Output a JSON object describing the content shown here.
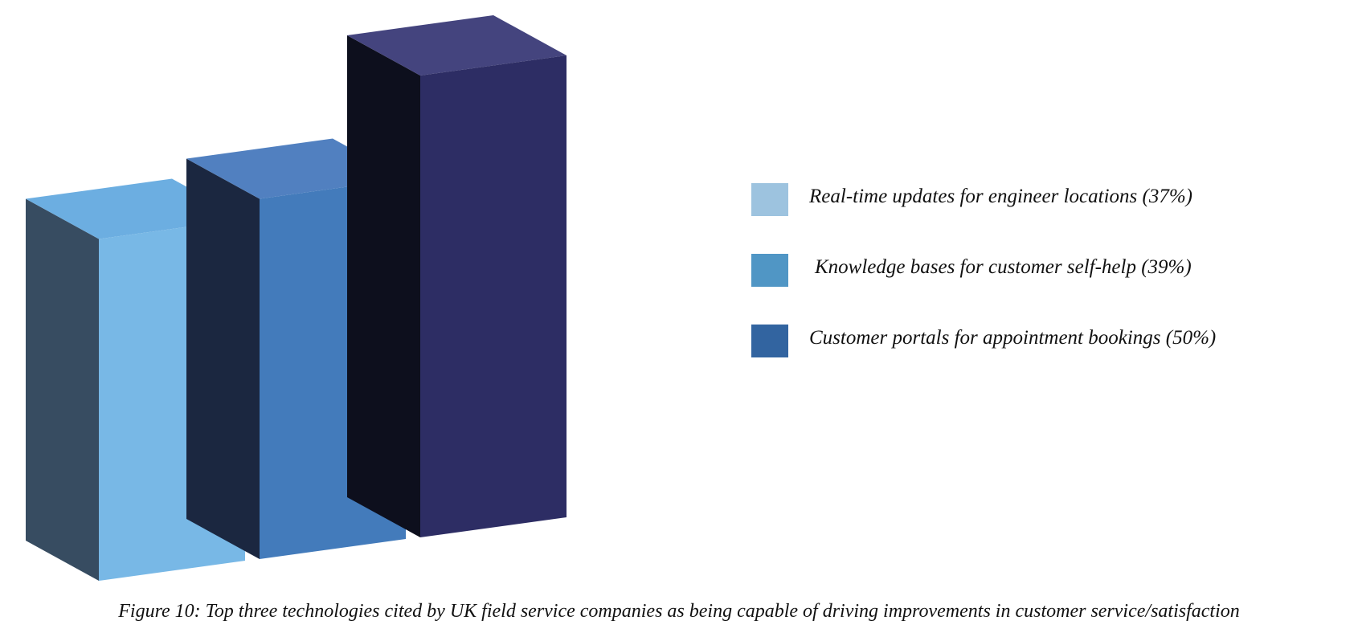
{
  "chart_data": {
    "type": "bar",
    "style": "3d",
    "categories": [
      "Real-time updates for engineer locations",
      "Knowledge bases for customer self-help",
      "Customer portals for appointment bookings"
    ],
    "values": [
      37,
      39,
      50
    ],
    "unit": "%",
    "legend": {
      "placement": "right",
      "entries": [
        "Real-time updates for engineer locations (37%)",
        "Knowledge bases for customer self-help (39%)",
        "Customer portals for appointment bookings (50%)"
      ]
    },
    "caption": "Figure 10: Top three technologies cited by UK field service companies as being capable of driving improvements in customer service/satisfaction",
    "grid": false,
    "axes_visible": false,
    "colors": {
      "bars_front": [
        "#78b8e6",
        "#437bbb",
        "#2d2d64"
      ],
      "bars_side": [
        "#374c61",
        "#1b2740",
        "#0d0f1d"
      ],
      "bars_top": [
        "#6caee1",
        "#5180c0",
        "#44447e"
      ],
      "legend_swatches": [
        "#9dc3df",
        "#5096c5",
        "#3264a0"
      ]
    }
  }
}
